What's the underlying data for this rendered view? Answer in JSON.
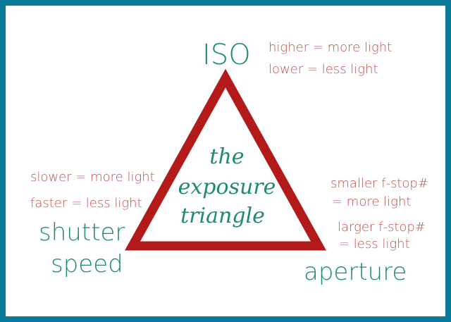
{
  "title": {
    "line1": "the",
    "line2": "exposure",
    "line3": "triangle"
  },
  "iso": {
    "label": "ISO",
    "note1": "higher = more light",
    "note2": "lower = less light"
  },
  "shutter": {
    "label1": "shutter",
    "label2": "speed",
    "note1": "slower = more light",
    "note2": "faster =  less light"
  },
  "aperture": {
    "label": "aperture",
    "note1": "smaller f-stop#",
    "note2": "= more light",
    "note3": "larger f-stop#",
    "note4": "= less light"
  },
  "colors": {
    "frame": "#0a7a9a",
    "triangle": "#b31b1b",
    "label": "#1f8a73",
    "note": "#c0504d"
  }
}
